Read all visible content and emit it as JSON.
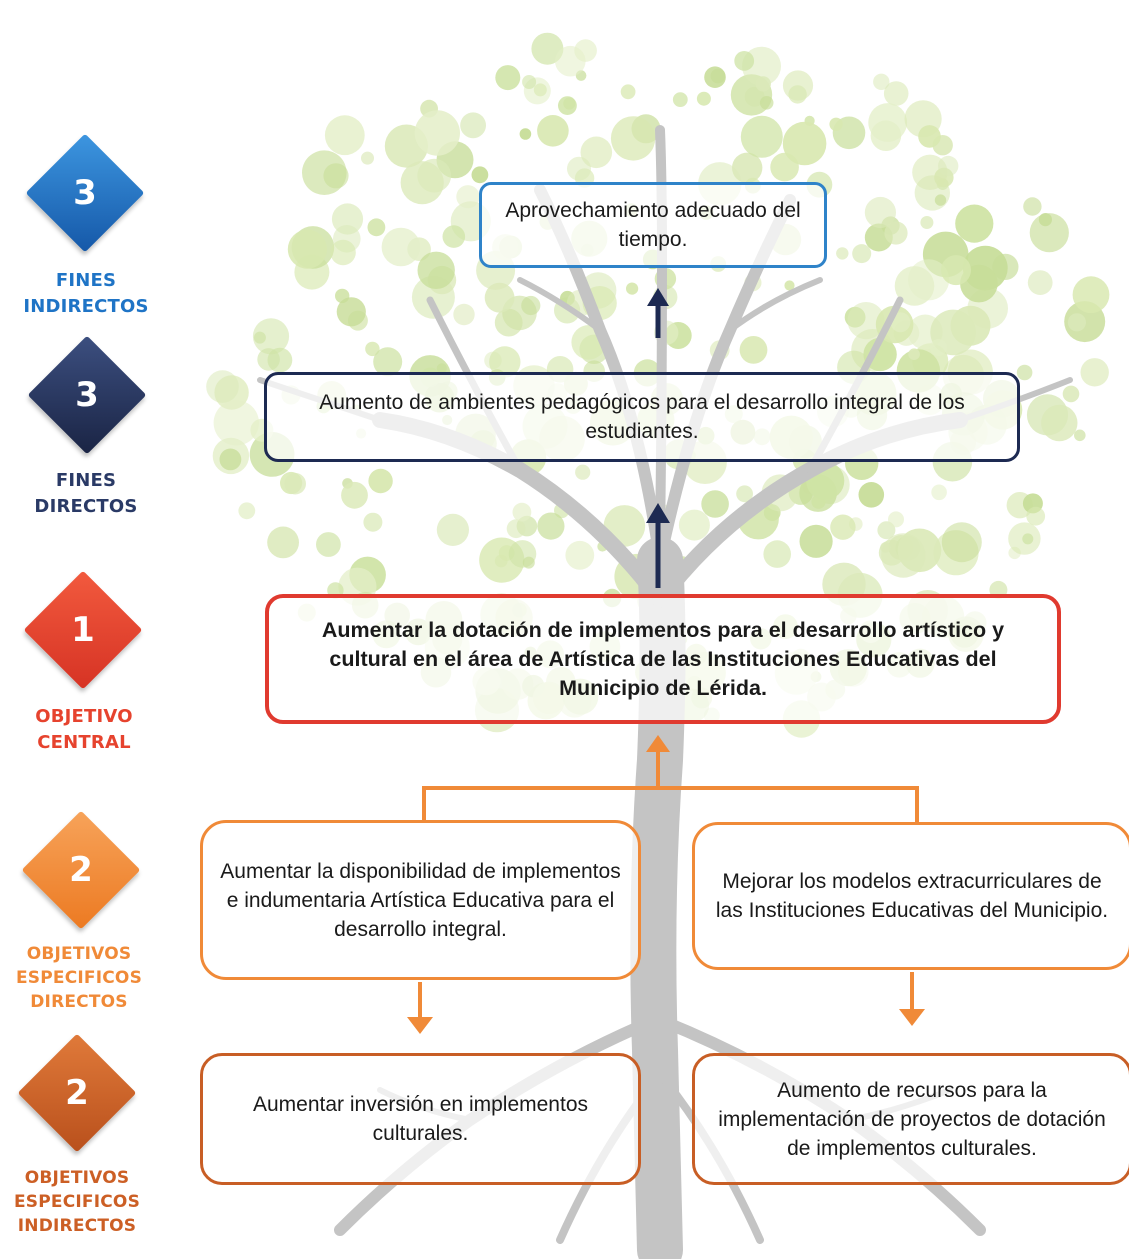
{
  "levels": {
    "fines_indirectos": {
      "number": "3",
      "label_1": "FINES",
      "label_2": "INDIRECTOS",
      "color": "#1f74c6"
    },
    "fines_directos": {
      "number": "3",
      "label_1": "FINES",
      "label_2": "DIRECTOS",
      "color": "#2a3a66"
    },
    "objetivo_central": {
      "number": "1",
      "label_1": "OBJETIVO",
      "label_2": "CENTRAL",
      "color": "#e6432e"
    },
    "objetivos_especificos_directos": {
      "number": "2",
      "label_1": "OBJETIVOS",
      "label_2": "ESPECIFICOS",
      "label_3": "DIRECTOS",
      "color": "#f08a38"
    },
    "objetivos_especificos_indirectos": {
      "number": "2",
      "label_1": "OBJETIVOS",
      "label_2": "ESPECIFICOS",
      "label_3": "INDIRECTOS",
      "color": "#cc5f25"
    }
  },
  "boxes": {
    "fin_indirecto": "Aprovechamiento adecuado del tiempo.",
    "fin_directo": "Aumento de ambientes pedagógicos para el desarrollo integral de los estudiantes.",
    "objetivo_central": "Aumentar la dotación de implementos para el desarrollo artístico y cultural en el área de Artística de las Instituciones Educativas del Municipio de Lérida.",
    "objetivo_directo_1": "Aumentar la disponibilidad de implementos e indumentaria Artística Educativa para el desarrollo integral.",
    "objetivo_directo_2": "Mejorar los modelos extracurriculares de las Instituciones Educativas del Municipio.",
    "objetivo_indirecto_1": "Aumentar inversión en implementos culturales.",
    "objetivo_indirecto_2": "Aumento de recursos para la implementación de proyectos de dotación de implementos culturales."
  },
  "colors": {
    "arrow_dark": "#1d2a52",
    "arrow_orange": "#f08a38",
    "tree_trunk": "#bdbdbd",
    "leaves": "#cfe3a5"
  }
}
